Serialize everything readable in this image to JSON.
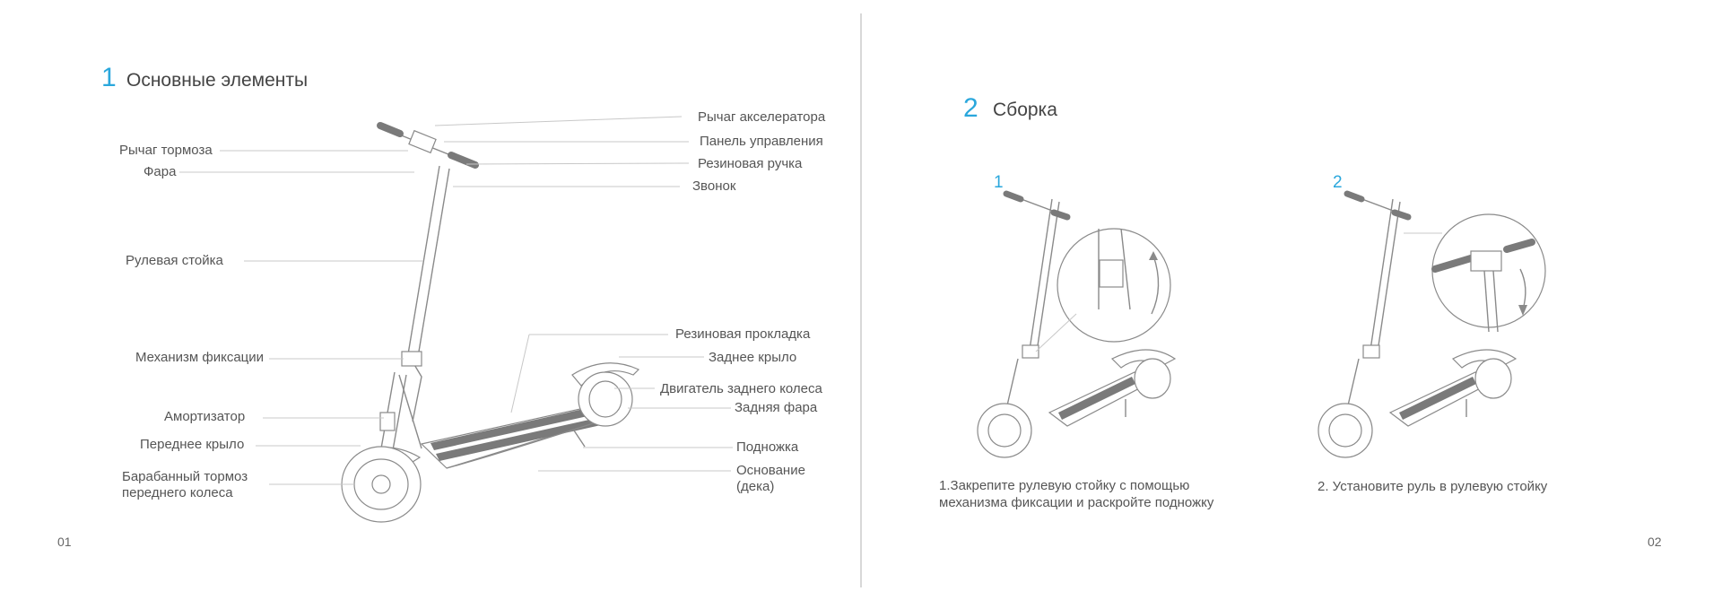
{
  "page1": {
    "section_number": "1",
    "section_title": "Основные элементы",
    "page_number": "01",
    "labels": {
      "accelerator": "Рычаг акселератора",
      "control_panel": "Панель управления",
      "rubber_grip": "Резиновая ручка",
      "bell": "Звонок",
      "brake_lever": "Рычаг тормоза",
      "headlight": "Фара",
      "steering_column": "Рулевая стойка",
      "lock_mechanism": "Механизм фиксации",
      "shock_absorber": "Амортизатор",
      "front_fender": "Переднее крыло",
      "drum_brake_1": "Барабанный тормоз",
      "drum_brake_2": "переднего колеса",
      "rubber_pad": "Резиновая прокладка",
      "rear_fender": "Заднее крыло",
      "rear_motor": "Двигатель заднего колеса",
      "rear_light": "Задняя фара",
      "kickstand": "Подножка",
      "deck_1": "Основание",
      "deck_2": "(дека)"
    }
  },
  "page2": {
    "section_number": "2",
    "section_title": "Сборка",
    "page_number": "02",
    "steps": [
      {
        "number": "1",
        "caption_1": "1.Закрепите рулевую стойку с помощью",
        "caption_2": "механизма фиксации и раскройте подножку"
      },
      {
        "number": "2",
        "caption_1": "2. Установите руль в рулевую стойку",
        "caption_2": ""
      }
    ]
  },
  "colors": {
    "accent": "#2aa7dc",
    "text": "#555555",
    "divider": "#bbbbbb"
  }
}
